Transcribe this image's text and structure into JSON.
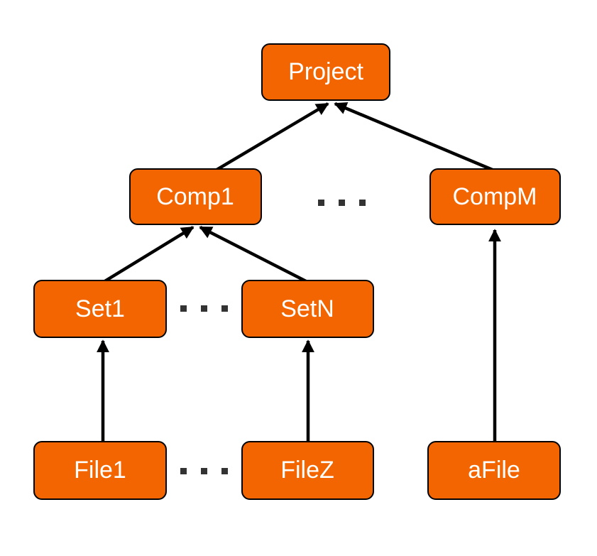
{
  "colors": {
    "node_fill": "#f26500",
    "node_border": "#000000",
    "edge": "#000000",
    "ellipsis": "#333333"
  },
  "nodes": {
    "project": "Project",
    "comp1": "Comp1",
    "compm": "CompM",
    "set1": "Set1",
    "setn": "SetN",
    "file1": "File1",
    "filez": "FileZ",
    "afile": "aFile"
  }
}
